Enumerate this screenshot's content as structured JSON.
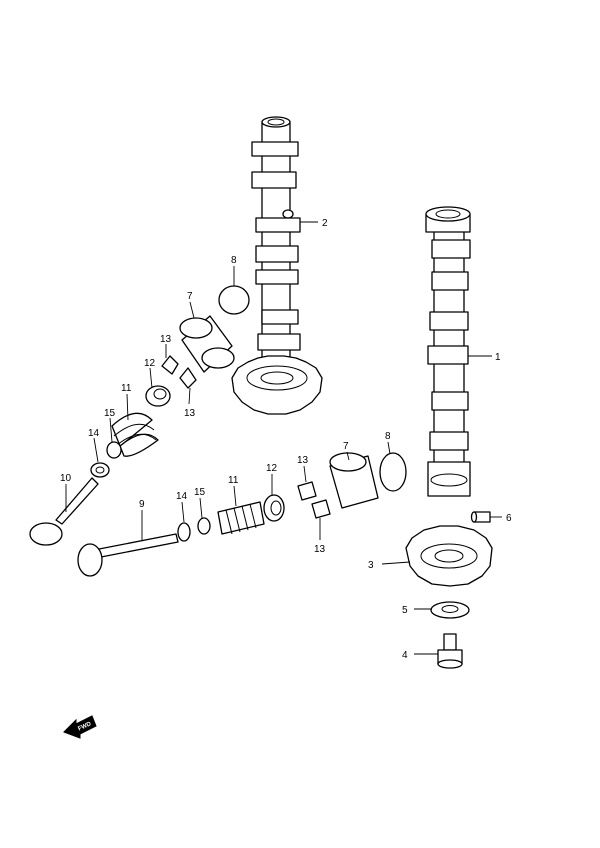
{
  "callouts": {
    "c1": "1",
    "c2": "2",
    "c3": "3",
    "c4": "4",
    "c5": "5",
    "c6": "6",
    "c7a": "7",
    "c7b": "7",
    "c8a": "8",
    "c8b": "8",
    "c9": "9",
    "c10": "10",
    "c11a": "11",
    "c11b": "11",
    "c12a": "12",
    "c12b": "12",
    "c13a": "13",
    "c13b": "13",
    "c13c": "13",
    "c13d": "13",
    "c14a": "14",
    "c14b": "14",
    "c15a": "15",
    "c15b": "15"
  },
  "fwd_label": "FWD",
  "icons": {
    "forward": "forward-arrow-icon"
  }
}
